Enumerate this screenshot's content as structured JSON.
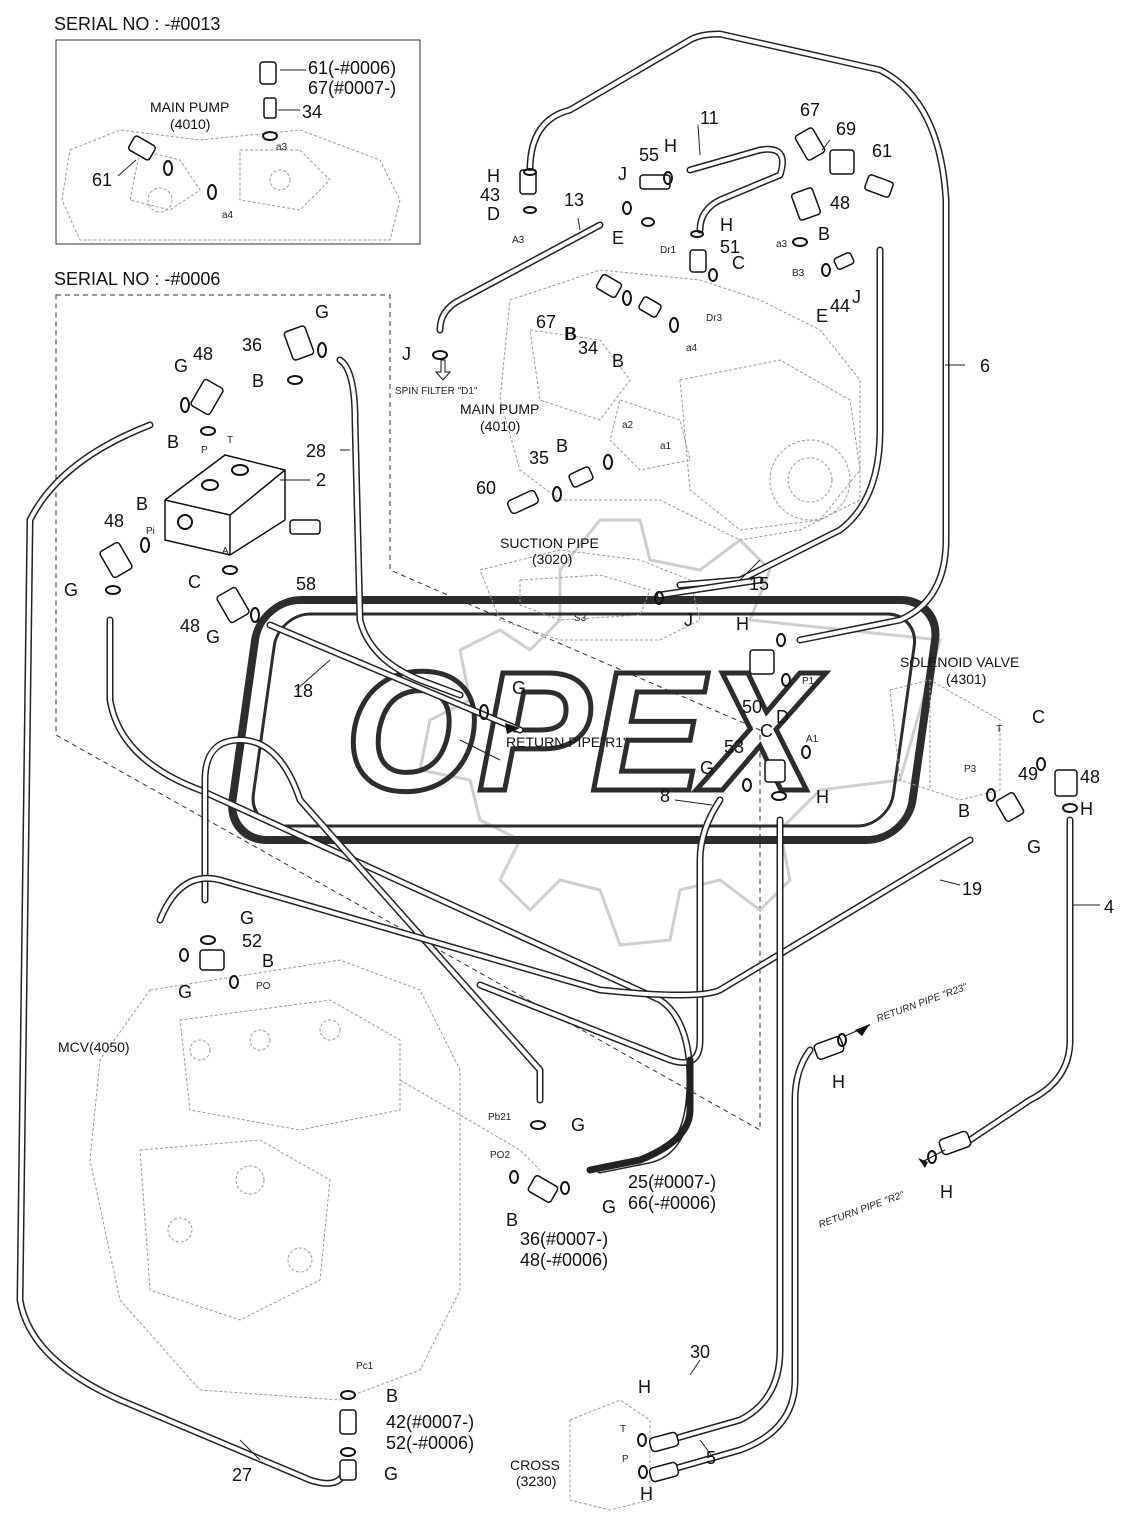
{
  "inset": {
    "serial_title": "SERIAL NO : -#0013",
    "pump_name": "MAIN PUMP",
    "pump_code": "(4010)",
    "labels": [
      "61(-#0006)",
      "67(#0007-)",
      "34",
      "a3",
      "61",
      "a4"
    ]
  },
  "main": {
    "serial_title": "SERIAL NO : -#0006",
    "components": {
      "main_pump": "MAIN PUMP",
      "main_pump_code": "(4010)",
      "suction_pipe": "SUCTION PIPE",
      "suction_pipe_code": "(3020)",
      "solenoid_valve": "SOLENOID VALVE",
      "solenoid_valve_code": "(4301)",
      "mcv": "MCV(4050)",
      "cross": "CROSS",
      "cross_code": "(3230)",
      "spin_filter": "SPIN FILTER \"D1\"",
      "return_r1": "RETURN PIPE\"R1\"",
      "return_r23": "RETURN PIPE \"R23\"",
      "return_r2": "RETURN PIPE \"R2\""
    },
    "part_labels": [
      "11",
      "67",
      "69",
      "61",
      "55",
      "H",
      "J",
      "H",
      "43",
      "D",
      "13",
      "E",
      "48",
      "H",
      "51",
      "C",
      "B",
      "B",
      "44",
      "J",
      "E",
      "36",
      "G",
      "48",
      "G",
      "B",
      "B",
      "28",
      "2",
      "6",
      "67",
      "B",
      "34",
      "B",
      "J",
      "35",
      "B",
      "60",
      "48",
      "B",
      "G",
      "C",
      "58",
      "48",
      "G",
      "18",
      "G",
      "15",
      "J",
      "H",
      "50",
      "D",
      "C",
      "53",
      "G",
      "H",
      "8",
      "C",
      "49",
      "B",
      "48",
      "H",
      "G",
      "19",
      "4",
      "G",
      "52",
      "B",
      "G",
      "G",
      "H",
      "H",
      "25(#0007-)",
      "66(-#0006)",
      "G",
      "B",
      "36(#0007-)",
      "48(-#0006)",
      "B",
      "42(#0007-)",
      "52(-#0006)",
      "G",
      "27",
      "30",
      "H",
      "5",
      "H"
    ],
    "port_labels": [
      "A3",
      "Dr1",
      "Dr3",
      "a3",
      "B3",
      "a4",
      "a2",
      "a1",
      "P",
      "T",
      "Pi",
      "A",
      "S3",
      "P1",
      "A1",
      "T",
      "P3",
      "PO",
      "Pb21",
      "PO2",
      "Pc1",
      "T",
      "P"
    ]
  },
  "watermark": "OPEX"
}
